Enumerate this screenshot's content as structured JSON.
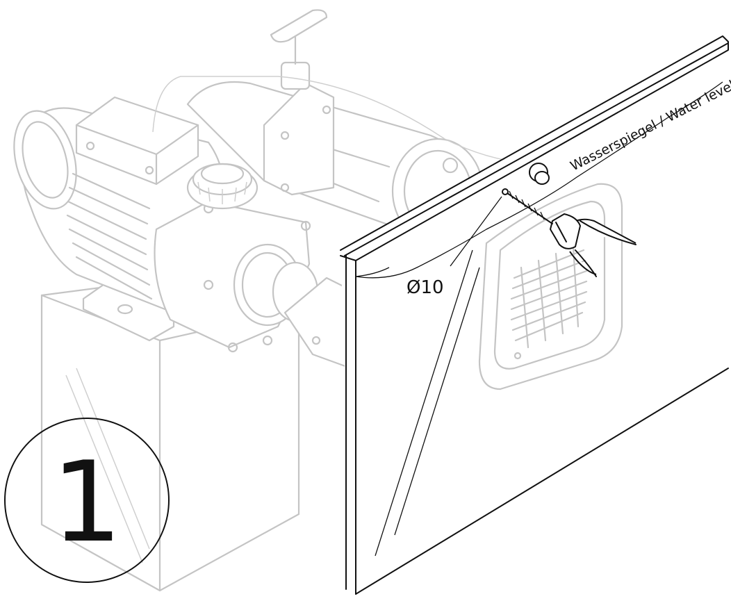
{
  "step": {
    "number": "1"
  },
  "labels": {
    "water_level": "Wasserspiegel / Water level",
    "drill_diameter": "Ø10"
  },
  "colors": {
    "line": "#111111",
    "ghost": "#c4c4c4",
    "background": "#ffffff"
  },
  "icons": [
    "pump-motor",
    "pool-wall-panel",
    "drill",
    "jet-nozzle",
    "step-number-circle"
  ]
}
